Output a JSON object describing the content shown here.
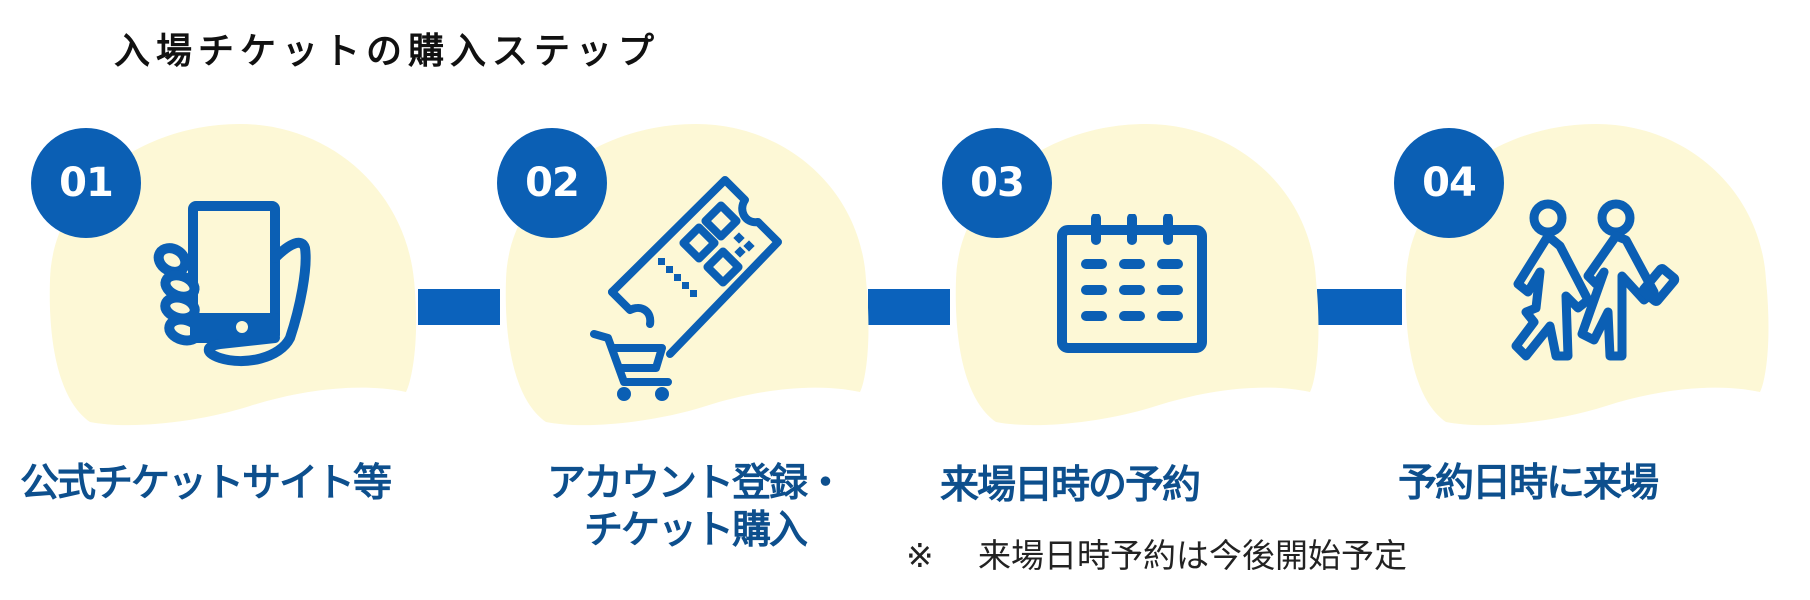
{
  "title": "入場チケットの購入ステップ",
  "colors": {
    "accent": "#0b5fb4",
    "connector": "#0b62bc",
    "label": "#0d4f8d",
    "blob": "#fdf8d6",
    "title": "#111111",
    "note": "#222222"
  },
  "steps": [
    {
      "number": "01",
      "icon": "hand-holding-smartphone-icon",
      "label_lines": [
        "公式チケットサイト等"
      ]
    },
    {
      "number": "02",
      "icon": "ticket-qr-cart-icon",
      "label_lines": [
        "アカウント登録・",
        "チケット購入"
      ]
    },
    {
      "number": "03",
      "icon": "calendar-icon",
      "label_lines": [
        "来場日時の予約"
      ]
    },
    {
      "number": "04",
      "icon": "two-people-walking-icon",
      "label_lines": [
        "予約日時に来場"
      ]
    }
  ],
  "note": {
    "mark": "※",
    "text": "来場日時予約は今後開始予定"
  }
}
